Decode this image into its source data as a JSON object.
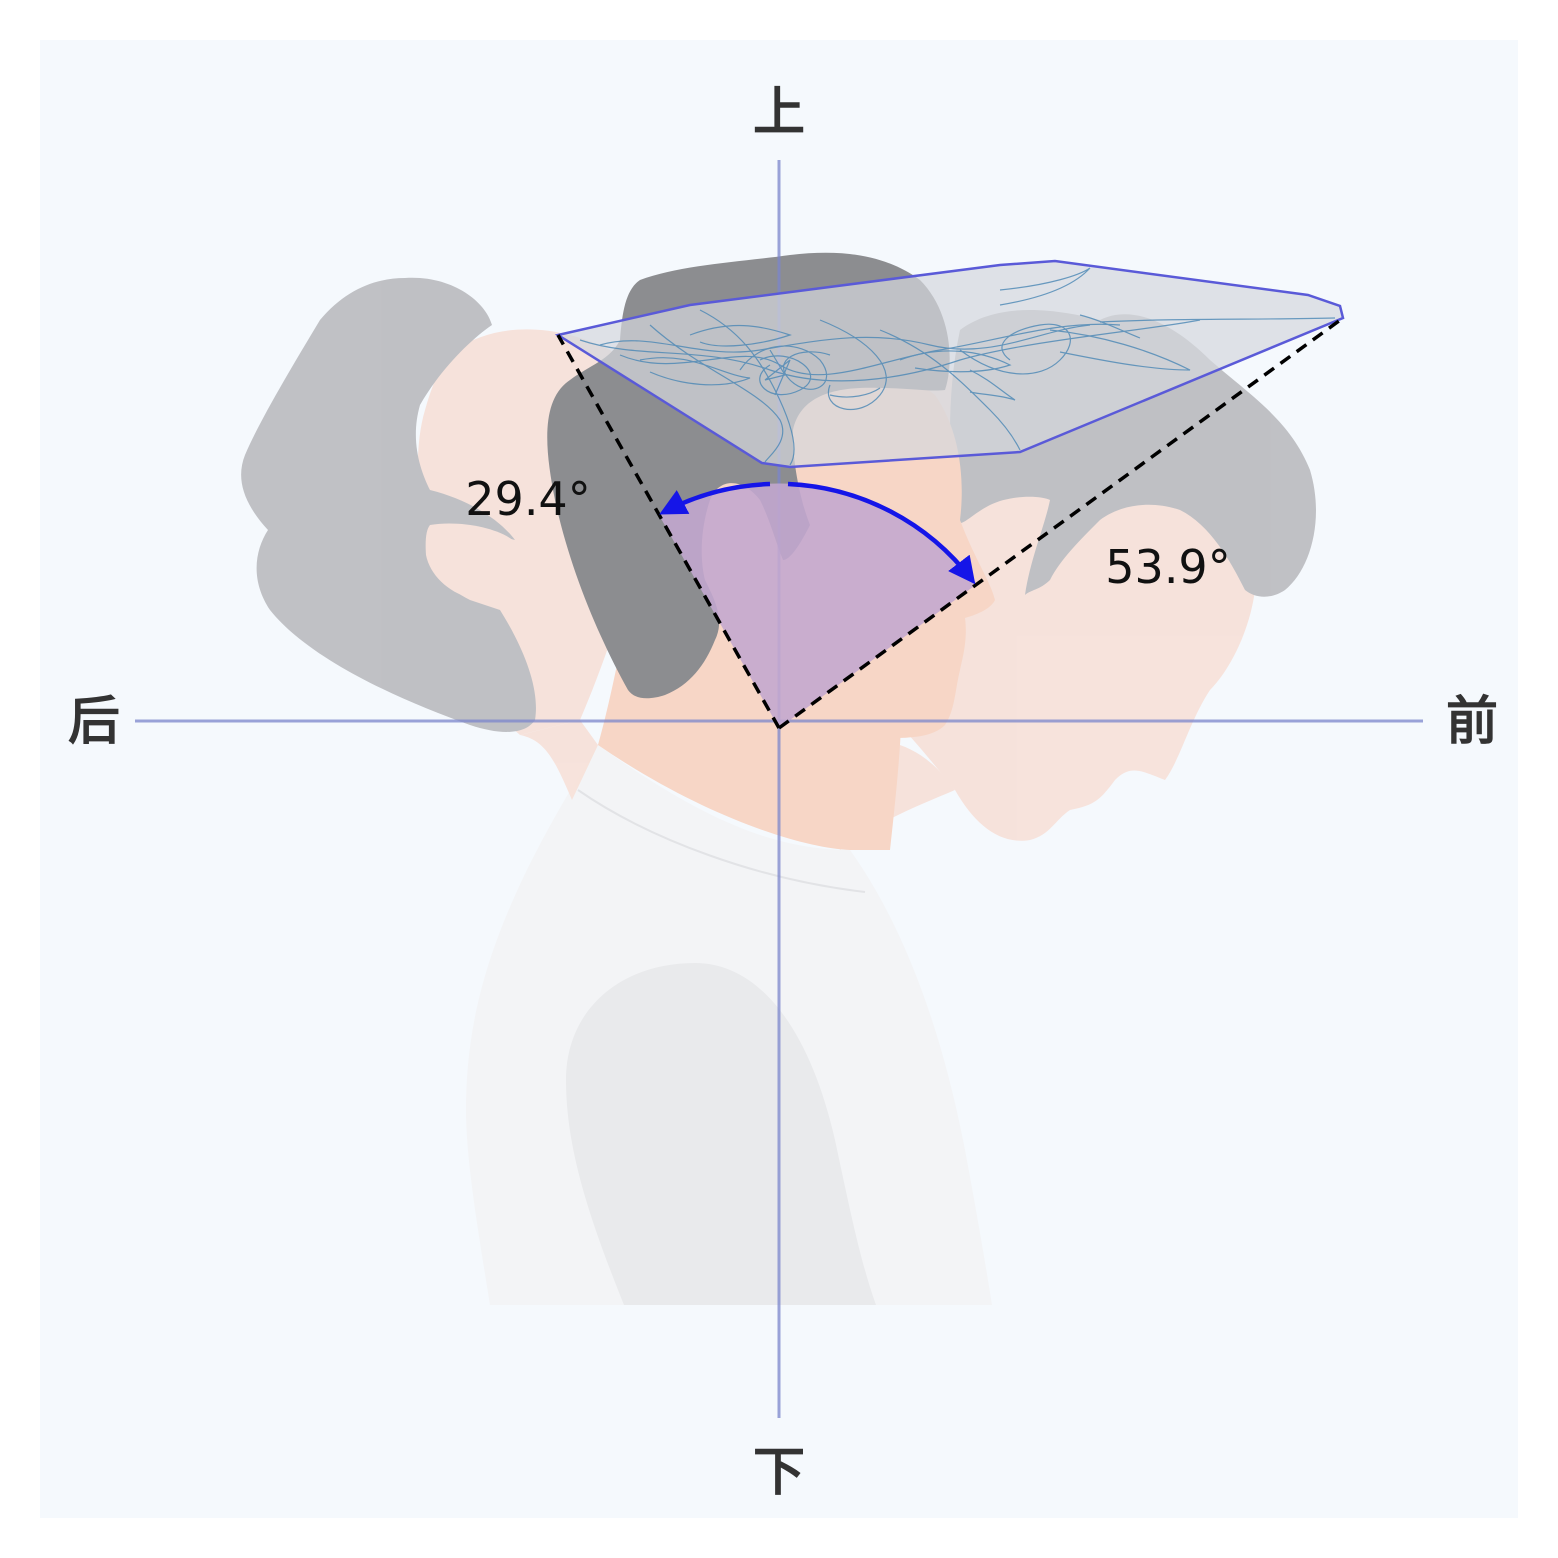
{
  "directions": {
    "up": "上",
    "down": "下",
    "back": "后",
    "front": "前"
  },
  "angles": {
    "backward": "29.4°",
    "forward": "53.9°"
  },
  "colors": {
    "background": "#f5f9fd",
    "axis": "#7b86cc",
    "skin": "#f7d6c6",
    "hair": "#8a8b8e",
    "shirt": "#f2f3f5",
    "sector": "#c3a7cf",
    "arc": "#1515e8",
    "hull_fill": "#d4d7dd",
    "hull_stroke": "#5a5ad8",
    "trace": "#4a87b5"
  }
}
